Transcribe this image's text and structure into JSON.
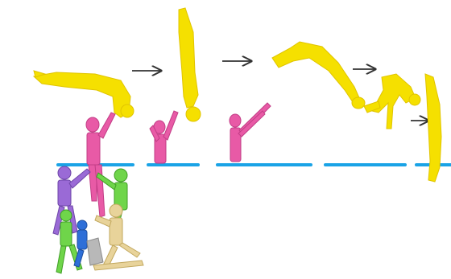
{
  "figure": {
    "colors": {
      "background": "#ffffff",
      "flyer": "#f5e000",
      "flyer_stroke": "#e0c400",
      "pusher": "#e85aa6",
      "pusher_stroke": "#c23d86",
      "water": "#1aa3e6",
      "arrow": "#333333",
      "base_purple": "#9a6ad6",
      "base_green": "#6fd54a",
      "base_blue": "#2e6fd8",
      "base_tan": "#e8d39a",
      "base_gray": "#b8b8b8"
    },
    "arrows": [
      {
        "name": "arrow-1"
      },
      {
        "name": "arrow-2"
      },
      {
        "name": "arrow-3"
      },
      {
        "name": "arrow-4"
      }
    ],
    "frames": 5,
    "labels": []
  }
}
